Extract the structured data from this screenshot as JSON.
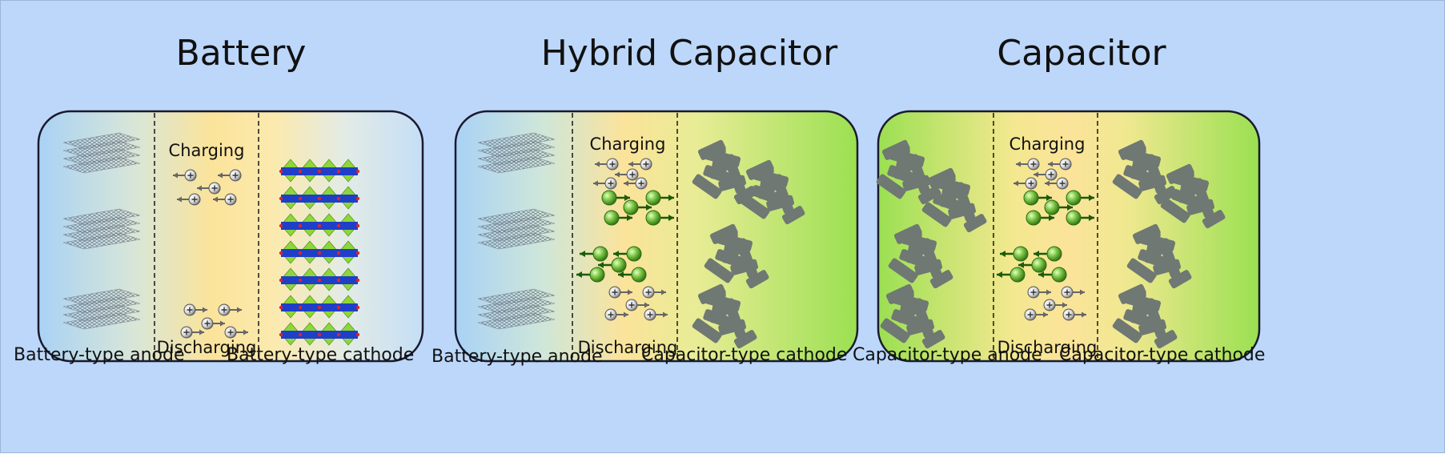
{
  "panels": [
    {
      "title": "Battery",
      "charging_label": "Charging",
      "discharging_label": "Discharging",
      "anode_label": "Battery-type anode",
      "cathode_label": "Battery-type cathode",
      "anode_type": "graphite-layers-icon",
      "cathode_type": "layered-crystal-icon",
      "ions": "small"
    },
    {
      "title": "Hybrid Capacitor",
      "charging_label": "Charging",
      "discharging_label": "Discharging",
      "anode_label": "Battery-type anode",
      "cathode_label": "Capacitor-type cathode",
      "anode_type": "graphite-layers-icon",
      "cathode_type": "porous-carbon-icon",
      "ions": "small-and-large"
    },
    {
      "title": "Capacitor",
      "charging_label": "Charging",
      "discharging_label": "Discharging",
      "anode_label": "Capacitor-type anode",
      "cathode_label": "Capacitor-type cathode",
      "anode_type": "porous-carbon-icon",
      "cathode_type": "porous-carbon-icon",
      "ions": "small-and-large"
    }
  ],
  "colors": {
    "background": "#bcd7fa",
    "electrolyte": "#fbe39a",
    "anode_blue": "#b6d6f4",
    "capacitor_green": "#9fe05a",
    "crystal_blue": "#1f3fc9",
    "crystal_green": "#8fd63a",
    "carbon_gray": "#707a76",
    "ion_green": "#59b52a"
  }
}
